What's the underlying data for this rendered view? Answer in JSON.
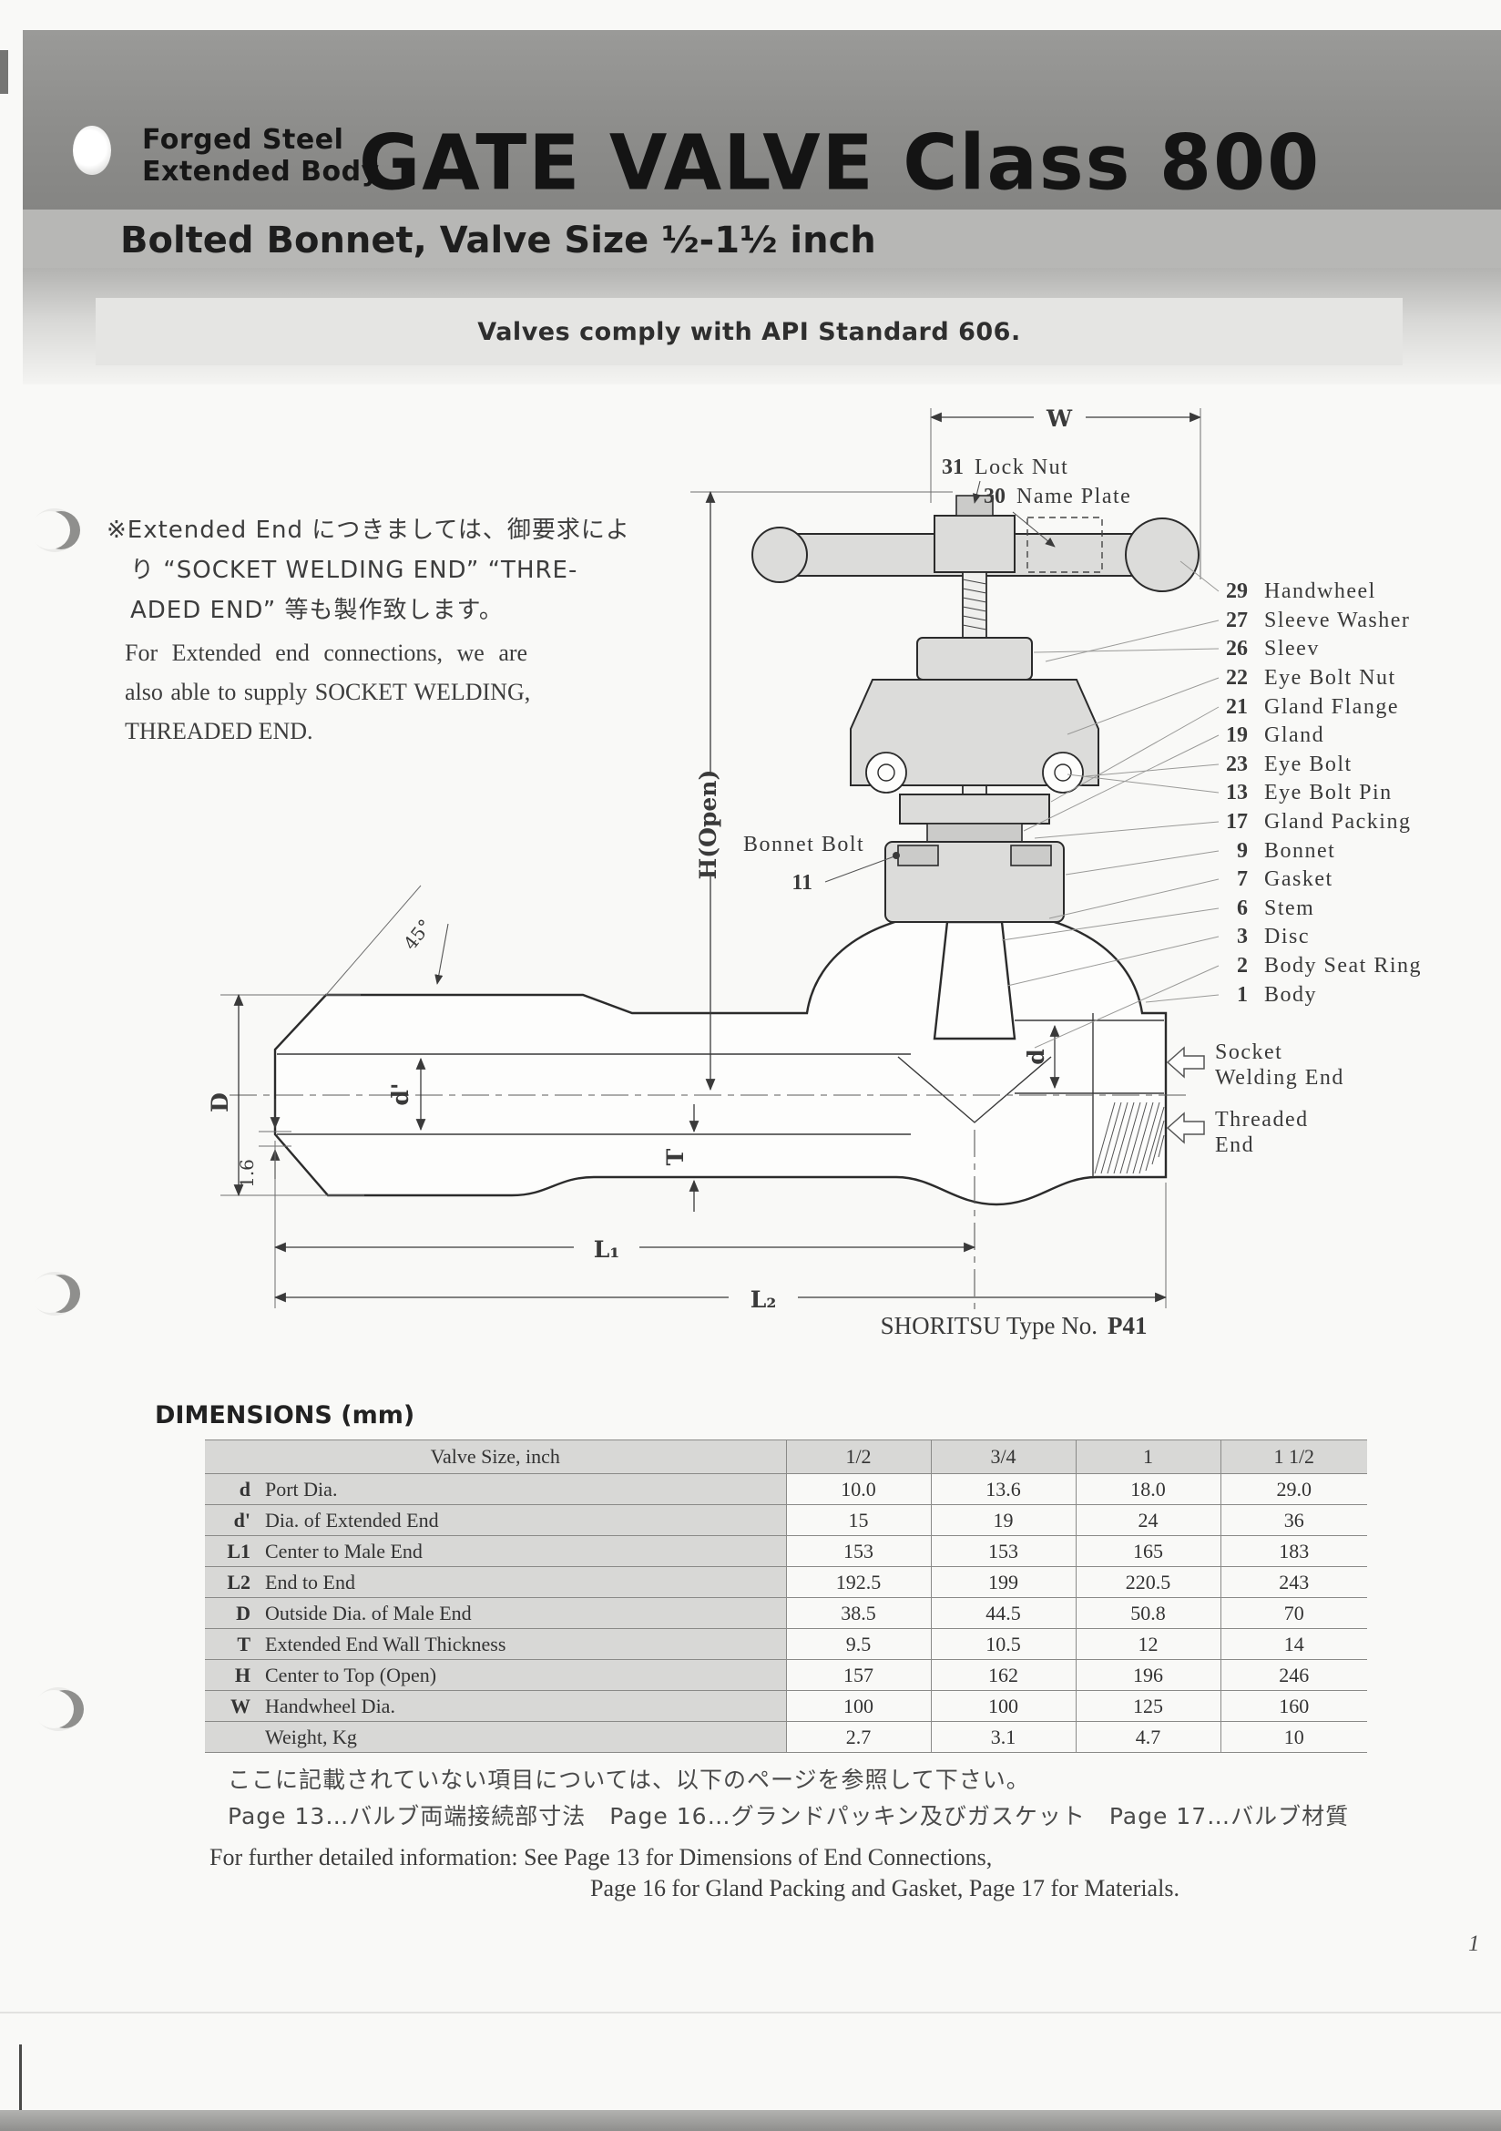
{
  "header": {
    "brand_line1": "Forged Steel",
    "brand_line2": "Extended Body",
    "title": "GATE VALVE Class 800",
    "subtitle": "Bolted Bonnet, Valve Size ½-1½ inch",
    "compliance": "Valves comply with API Standard 606."
  },
  "intro": {
    "jp_line1": "※Extended End につきましては、御要求によ",
    "jp_line2": "り “SOCKET WELDING END” “THRE-",
    "jp_line3": "ADED END” 等も製作致します。",
    "en_line1": "For Extended end connections, we are",
    "en_line2": "also able to supply SOCKET WELDING,",
    "en_line3": "THREADED END."
  },
  "diagram": {
    "dims": {
      "W": "W",
      "H": "H(Open)",
      "angle": "45°",
      "D": "D",
      "d_ext": "d'",
      "root_face": "1.6",
      "T": "T",
      "d": "d",
      "L1": "L₁",
      "L2": "L₂"
    },
    "top_callouts": [
      {
        "num": "31",
        "name": "Lock Nut"
      },
      {
        "num": "30",
        "name": "Name Plate"
      }
    ],
    "bonnet_bolt": {
      "name": "Bonnet Bolt",
      "num": "11"
    },
    "parts": [
      {
        "num": "29",
        "name": "Handwheel"
      },
      {
        "num": "27",
        "name": "Sleeve Washer"
      },
      {
        "num": "26",
        "name": "Sleev"
      },
      {
        "num": "22",
        "name": "Eye Bolt Nut"
      },
      {
        "num": "21",
        "name": "Gland Flange"
      },
      {
        "num": "19",
        "name": "Gland"
      },
      {
        "num": "23",
        "name": "Eye Bolt"
      },
      {
        "num": "13",
        "name": "Eye Bolt Pin"
      },
      {
        "num": "17",
        "name": "Gland Packing"
      },
      {
        "num": "9",
        "name": "Bonnet"
      },
      {
        "num": "7",
        "name": "Gasket"
      },
      {
        "num": "6",
        "name": "Stem"
      },
      {
        "num": "3",
        "name": "Disc"
      },
      {
        "num": "2",
        "name": "Body Seat Ring"
      },
      {
        "num": "1",
        "name": "Body"
      }
    ],
    "end_options": [
      {
        "line1": "Socket",
        "line2": "Welding End"
      },
      {
        "line1": "Threaded",
        "line2": "End"
      }
    ],
    "caption": {
      "prefix": "SHORITSU Type No.",
      "type_no": "P41"
    }
  },
  "table": {
    "title": "DIMENSIONS (mm)",
    "header": {
      "label": "Valve Size, inch",
      "cols": [
        "1/2",
        "3/4",
        "1",
        "1 1/2"
      ]
    },
    "rows": [
      {
        "sym": "d",
        "label": "Port Dia.",
        "values": [
          "10.0",
          "13.6",
          "18.0",
          "29.0"
        ]
      },
      {
        "sym": "d'",
        "label": "Dia. of Extended End",
        "values": [
          "15",
          "19",
          "24",
          "36"
        ]
      },
      {
        "sym": "L1",
        "label": "Center to Male End",
        "values": [
          "153",
          "153",
          "165",
          "183"
        ]
      },
      {
        "sym": "L2",
        "label": "End to End",
        "values": [
          "192.5",
          "199",
          "220.5",
          "243"
        ]
      },
      {
        "sym": "D",
        "label": "Outside Dia. of Male End",
        "values": [
          "38.5",
          "44.5",
          "50.8",
          "70"
        ]
      },
      {
        "sym": "T",
        "label": "Extended End Wall Thickness",
        "values": [
          "9.5",
          "10.5",
          "12",
          "14"
        ]
      },
      {
        "sym": "H",
        "label": "Center to Top (Open)",
        "values": [
          "157",
          "162",
          "196",
          "246"
        ]
      },
      {
        "sym": "W",
        "label": "Handwheel Dia.",
        "values": [
          "100",
          "100",
          "125",
          "160"
        ]
      },
      {
        "sym": "",
        "label": "Weight, Kg",
        "values": [
          "2.7",
          "3.1",
          "4.7",
          "10"
        ]
      }
    ]
  },
  "footer": {
    "jp_note": "ここに記載されていない項目については、以下のページを参照して下さい。",
    "jp_pages": "Page 13…バルブ両端接続部寸法　Page 16…グランドパッキン及びガスケット　Page 17…バルブ材質",
    "en_note1": "For further detailed information: See Page 13 for Dimensions of End Connections,",
    "en_note2": "Page 16 for Gland Packing and Gasket, Page 17 for Materials.",
    "page_number": "1"
  }
}
